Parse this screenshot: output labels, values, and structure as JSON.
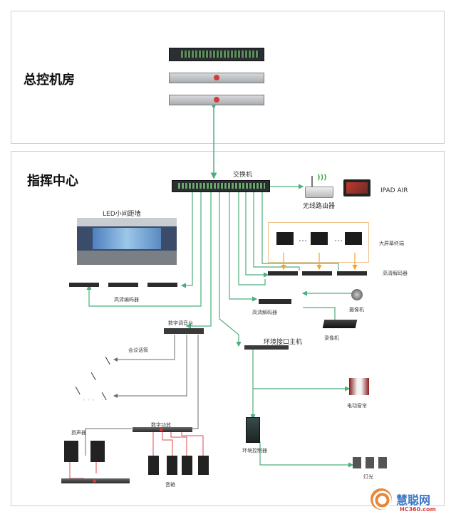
{
  "zones": {
    "top": {
      "title": "总控机房"
    },
    "bottom": {
      "title": "指挥中心"
    }
  },
  "labels": {
    "switch": "交换机",
    "router": "无线路由器",
    "ipad": "IPAD AIR",
    "led_wall": "LED小间距墙",
    "encoder_group": "高清编码器",
    "decoder_single": "高清解码器",
    "pc_group": "大屏幕终端",
    "pc_decoder": "高清解码器",
    "camera": "摄像机",
    "recorder": "录像机",
    "mixer": "数字调音台",
    "ring_host": "环境接口主机",
    "mic_group": "会议话筒",
    "amp": "数字功放",
    "sound_speakers": "音箱",
    "left_speaker": "扬声器",
    "env_controller": "环境控制器",
    "projector": "电动窗帘",
    "computers": "灯光"
  },
  "colors": {
    "green_line": "#4caf7d",
    "gray_line": "#6b6b6b",
    "orange_line": "#f5a623",
    "red_line": "#e04848"
  },
  "watermark": {
    "brand": "慧聪网",
    "site": "HC360.com"
  }
}
